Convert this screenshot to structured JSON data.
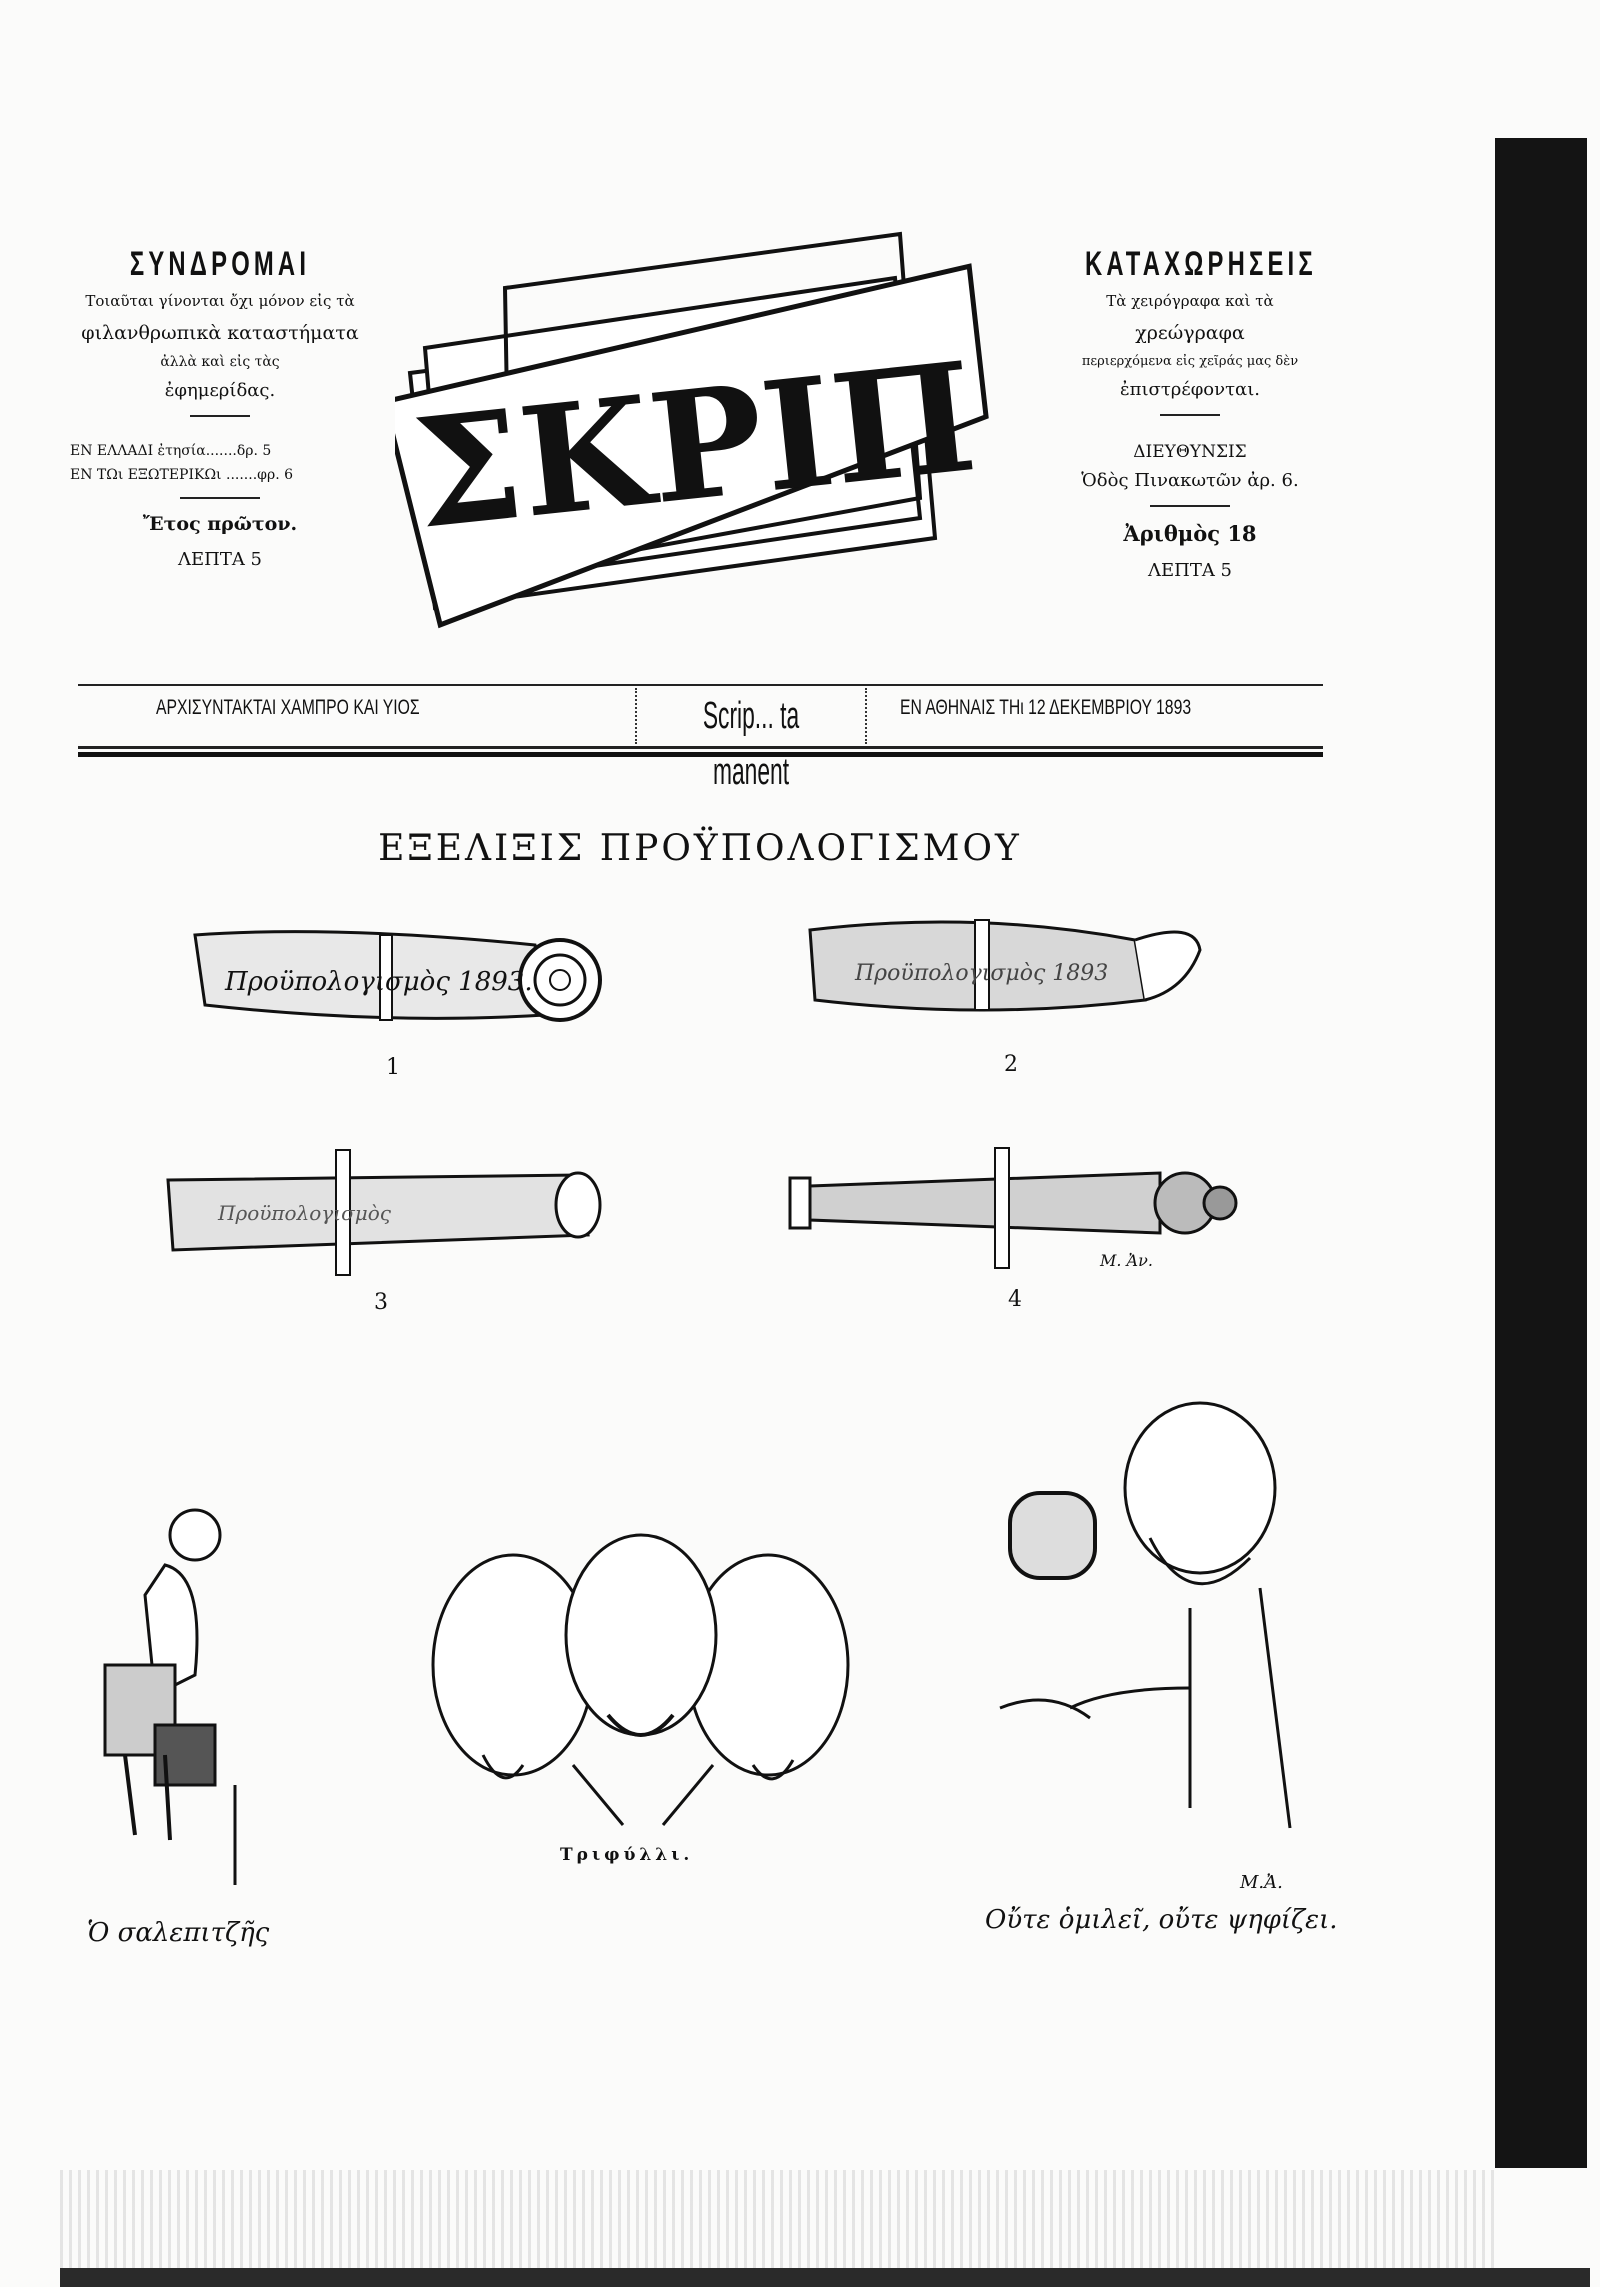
{
  "masthead": {
    "logo": "ΣΚΡΙΠ",
    "left": {
      "heading": "ΣΥΝΔΡΟΜΑΙ",
      "lines": [
        "Τοιαῦται γίνονται ὄχι μόνον εἰς τὰ",
        "φιλανθρωπικὰ καταστήματα",
        "ἀλλὰ καὶ εἰς τὰς",
        "ἐφημερίδας."
      ],
      "price_domestic_label": "ΕΝ ΕΛΛΑΔΙ ἐτησία.......",
      "price_domestic": "δρ. 5",
      "price_foreign_label": "ΕΝ ΤΩι ΕΞΩΤΕΡΙΚΩι .......",
      "price_foreign": "φρ. 6",
      "year": "Ἔτος πρῶτον.",
      "price": "ΛΕΠΤΑ 5"
    },
    "right": {
      "heading": "ΚΑΤΑΧΩΡΗΣΕΙΣ",
      "lines": [
        "Τὰ χειρόγραφα καὶ τὰ",
        "χρεώγραφα",
        "περιερχόμενα εἰς χεῖράς μας δὲν",
        "ἐπιστρέφονται."
      ],
      "address_heading": "ΔΙΕΥΘΥΝΣΙΣ",
      "address": "Ὁδὸς Πινακωτῶν ἀρ. 6.",
      "issue": "Ἀριθμὸς 18",
      "price": "ΛΕΠΤΑ 5"
    },
    "banner": {
      "editor": "ΑΡΧΙΣΥΝΤΑΚΤΑΙ ΧΑΜΠΡΟ ΚΑΙ ΥΙΟΣ",
      "motto": "Scrip... ta manent",
      "dateline": "ΕΝ ΑΘΗΝΑΙΣ ΤΗι 12 ΔΕΚΕΜΒΡΙΟΥ 1893"
    }
  },
  "article": {
    "title": "ΕΞΕΛΙΞΙΣ ΠΡΟΫΠΟΛΟΓΙΣΜΟΥ",
    "figures": [
      {
        "number": "1",
        "scroll_text": "Προϋπολογισμὸς 1893."
      },
      {
        "number": "2",
        "scroll_text": "Προϋπολογισμὸς 1893"
      },
      {
        "number": "3",
        "scroll_text": "Προϋπολογισμὸς"
      },
      {
        "number": "4",
        "signature": "Μ. Ἀν."
      }
    ],
    "cartoons": [
      {
        "caption": "Ὁ σαλεπιτζῆς"
      },
      {
        "caption": "Τριφύλλι."
      },
      {
        "caption": "Οὔτε ὁμιλεῖ, οὔτε ψηφίζει."
      }
    ]
  }
}
